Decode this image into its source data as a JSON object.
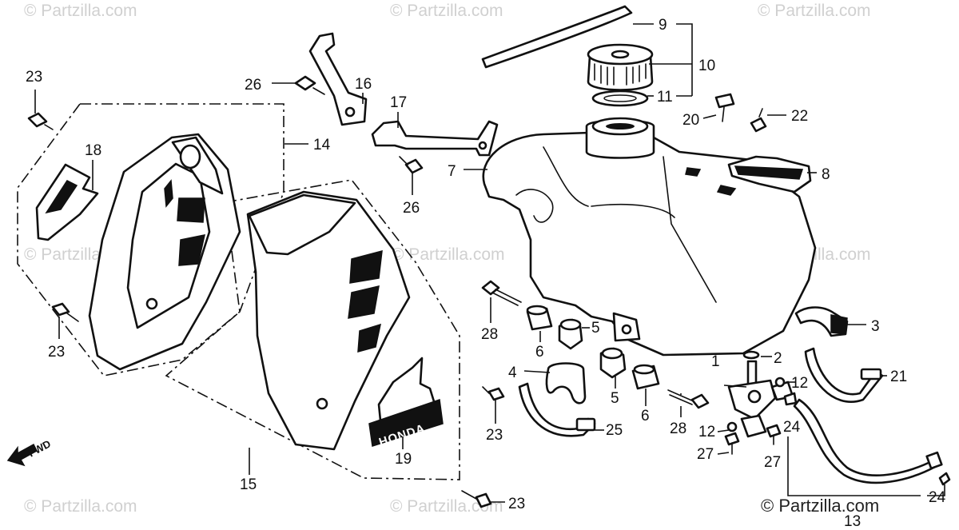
{
  "watermarks": {
    "faint": [
      "© Partzilla.com",
      "© Partzilla.com",
      "© Partzilla.com",
      "© Partzilla.com",
      "© Partzilla.com",
      "© Partzilla.com",
      "© Partzilla.com",
      "© Partzilla.com"
    ],
    "credit": "© Partzilla.com"
  },
  "direction_label": "FWD",
  "emblem_text": "HONDA",
  "callouts": {
    "c1": "1",
    "c2": "2",
    "c3": "3",
    "c4": "4",
    "c5a": "5",
    "c5b": "5",
    "c6a": "6",
    "c6b": "6",
    "c7": "7",
    "c8": "8",
    "c9": "9",
    "c10": "10",
    "c11": "11",
    "c12a": "12",
    "c12b": "12",
    "c13": "13",
    "c14": "14",
    "c15": "15",
    "c16": "16",
    "c17": "17",
    "c18": "18",
    "c19": "19",
    "c20": "20",
    "c21": "21",
    "c22": "22",
    "c23a": "23",
    "c23b": "23",
    "c23c": "23",
    "c23d": "23",
    "c24a": "24",
    "c24b": "24",
    "c25": "25",
    "c26a": "26",
    "c26b": "26",
    "c27a": "27",
    "c27b": "27",
    "c28a": "28",
    "c28b": "28"
  },
  "icons": [
    "fwd-arrow-icon"
  ]
}
